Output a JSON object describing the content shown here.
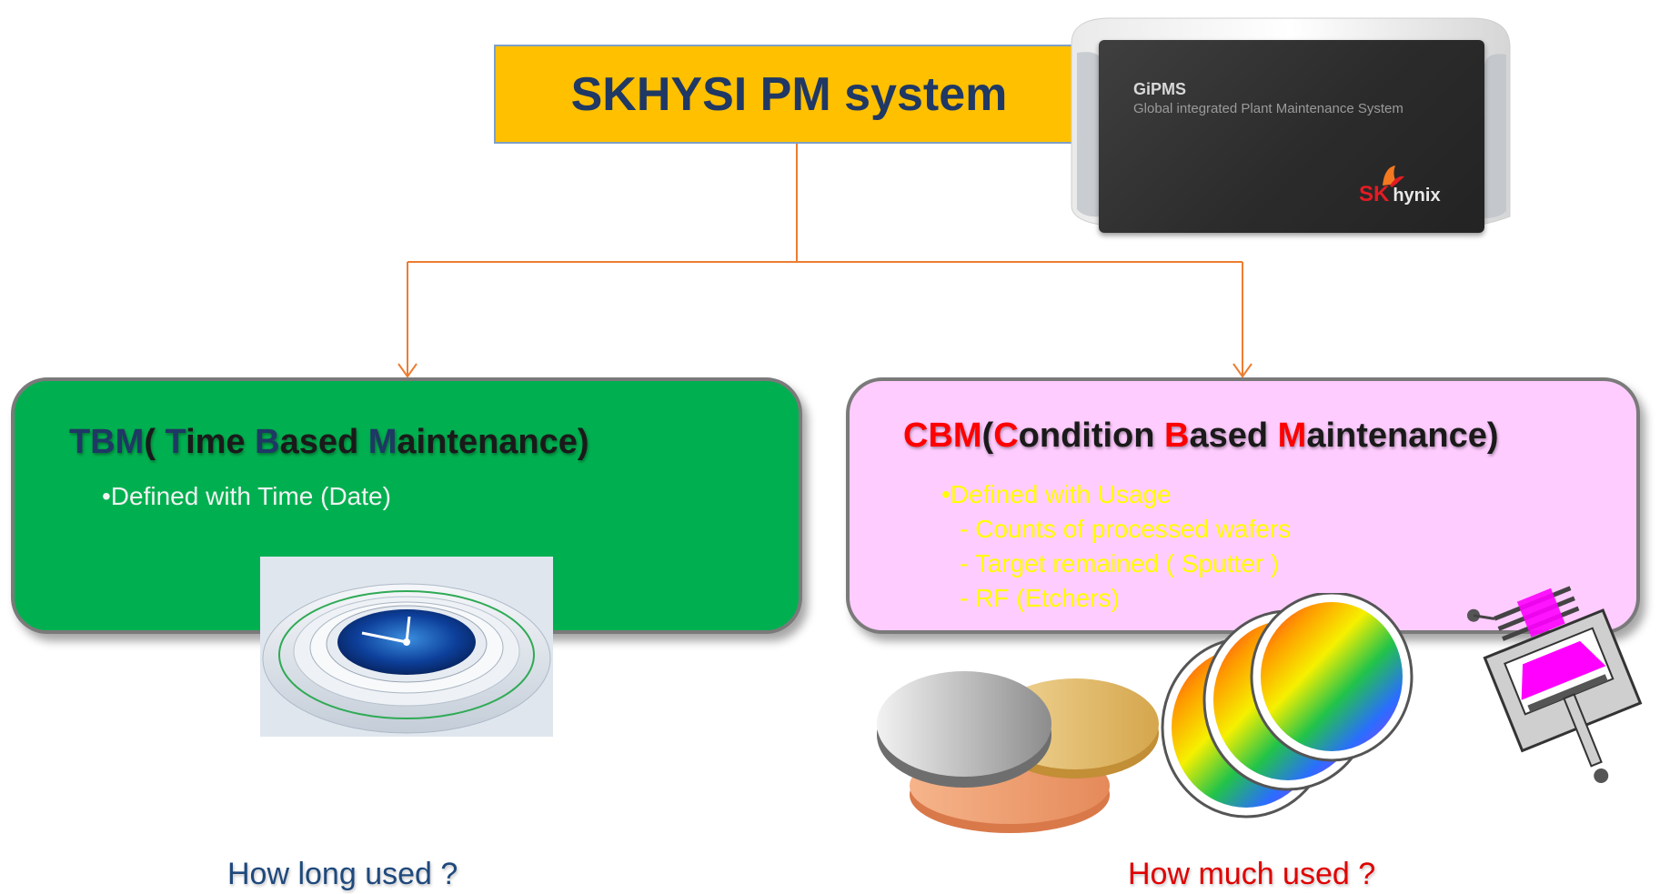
{
  "title": "SKHYSI PM system",
  "gipms": {
    "name": "GiPMS",
    "subtitle": "Global integrated Plant Maintenance System",
    "logo_sk": "SK",
    "logo_hynix": "hynix"
  },
  "tbm": {
    "title_parts": [
      "TBM",
      "( ",
      "T",
      "ime ",
      "B",
      "ased ",
      "M",
      "aintenance)"
    ],
    "bullet": "•Defined with Time (Date)",
    "question": "How long used ?"
  },
  "cbm": {
    "title_parts": [
      "CBM",
      "(",
      "C",
      "ondition ",
      "B",
      "ased ",
      "M",
      "aintenance)"
    ],
    "lines": [
      "•Defined with Usage",
      "- Counts of processed wafers",
      "- Target  remained ( Sputter )",
      "- RF (Etchers)"
    ],
    "question": "How much used ?"
  },
  "colors": {
    "title_fill": "#ffc000",
    "tbm_fill": "#00b050",
    "cbm_fill": "#ffccff",
    "connector": "#ed7d31",
    "navy": "#1f3864",
    "red": "#ff0000",
    "yellow": "#ffff00"
  }
}
